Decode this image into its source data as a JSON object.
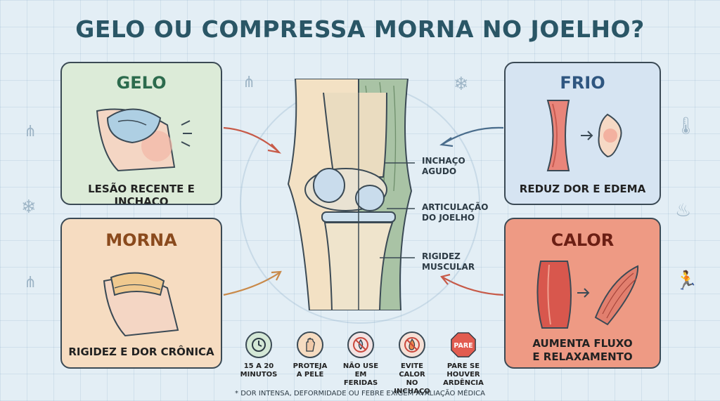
{
  "title": "GELO OU COMPRESSA MORNA NO JOELHO?",
  "cards": {
    "gelo": {
      "heading": "GELO",
      "caption": "LESÃO RECENTE E INCHAÇO"
    },
    "morna": {
      "heading": "MORNA",
      "caption": "RIGIDEZ E DOR CRÔNICA"
    },
    "frio": {
      "heading": "FRIO",
      "caption": "REDUZ DOR E EDEMA"
    },
    "calor": {
      "heading": "CALOR",
      "caption": "AUMENTA FLUXO\nE RELAXAMENTO"
    }
  },
  "knee_labels": {
    "swelling": "INCHAÇO\nAGUDO",
    "joint": "ARTICULAÇÃO\nDO JOELHO",
    "stiffness": "RIGIDEZ\nMUSCULAR"
  },
  "tips": [
    {
      "icon": "clock-icon",
      "text": "15 A 20\nMINUTOS"
    },
    {
      "icon": "hand-icon",
      "text": "PROTEJA\nA PELE"
    },
    {
      "icon": "no-wound-icon",
      "text": "NÃO USE\nEM FERIDAS"
    },
    {
      "icon": "no-fire-icon",
      "text": "EVITE CALOR\nNO INCHAÇO"
    },
    {
      "icon": "stop-sign-icon",
      "text": "PARE SE\nHOUVER\nARDÊNCIA",
      "sign_text": "PARE"
    }
  ],
  "footnote": "* DOR INTENSA, DEFORMIDADE OU FEBRE EXIGEM AVALIAÇÃO MÉDICA",
  "colors": {
    "background": "#e3eef5",
    "gelo": "#dcebd8",
    "morna": "#f6dcc1",
    "frio": "#d6e4f2",
    "calor": "#ee9a84",
    "title": "#2a5666"
  }
}
